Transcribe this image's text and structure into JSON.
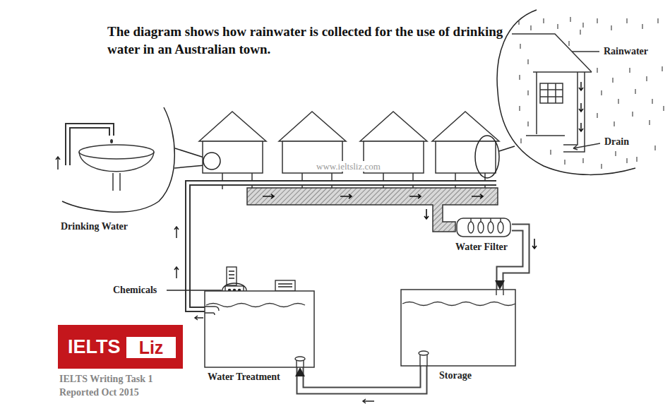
{
  "diagram": {
    "title": "The diagram shows how rainwater is collected for the use of drinking water in an Australian town.",
    "nodes": [
      {
        "text": [
          "Water Filter"
        ]
      },
      {
        "text": [
          "Storage"
        ]
      },
      {
        "text": [
          "Water Treatment"
        ]
      },
      {
        "text": [
          "IELTS"
        ]
      },
      {
        "text": [
          "Liz"
        ],
        "in": 3
      }
    ],
    "edges": [
      {
        "from": 0,
        "to": 1,
        "arrow": "to"
      },
      {
        "from": 1,
        "to": 2,
        "arrow": "to"
      }
    ],
    "labels": [
      "Rainwater",
      "Drain",
      "Drinking Water",
      "Chemicals",
      "www.ieltsliz.com",
      "IELTS Writing Task 1",
      "Reported Oct 2015"
    ]
  }
}
